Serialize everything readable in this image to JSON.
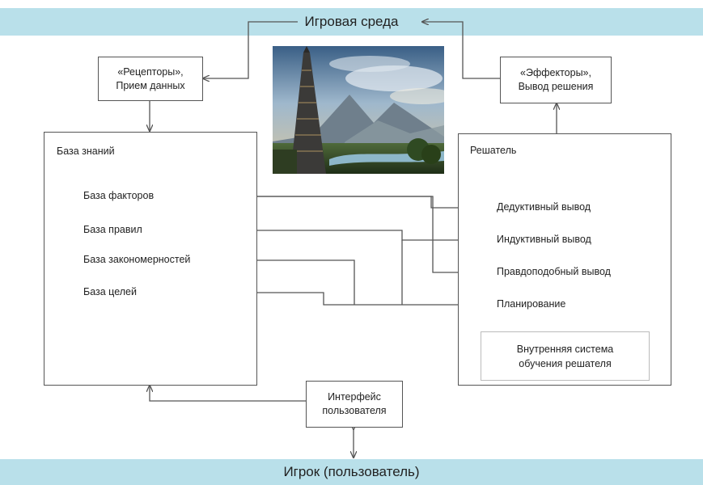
{
  "top_band": {
    "label": "Игровая среда"
  },
  "bottom_band": {
    "label": "Игрок (пользователь)"
  },
  "receptors": {
    "label": "«Рецепторы»,\nПрием данных"
  },
  "effectors": {
    "label": "«Эффекторы»,\nВывод решения"
  },
  "knowledge_base": {
    "title": "База знаний",
    "items": [
      "База факторов",
      "База правил",
      "База закономерностей",
      "База целей"
    ]
  },
  "solver": {
    "title": "Решатель",
    "outputs": [
      "Дедуктивный вывод",
      "Индуктивный вывод",
      "Правдоподобный вывод",
      "Планирование"
    ],
    "learning_system": "Внутренняя система\nобучения решателя"
  },
  "user_interface": {
    "label": "Интерфейс\nпользователя"
  },
  "colors": {
    "band": "#b9e0ea",
    "line": "#555555"
  }
}
